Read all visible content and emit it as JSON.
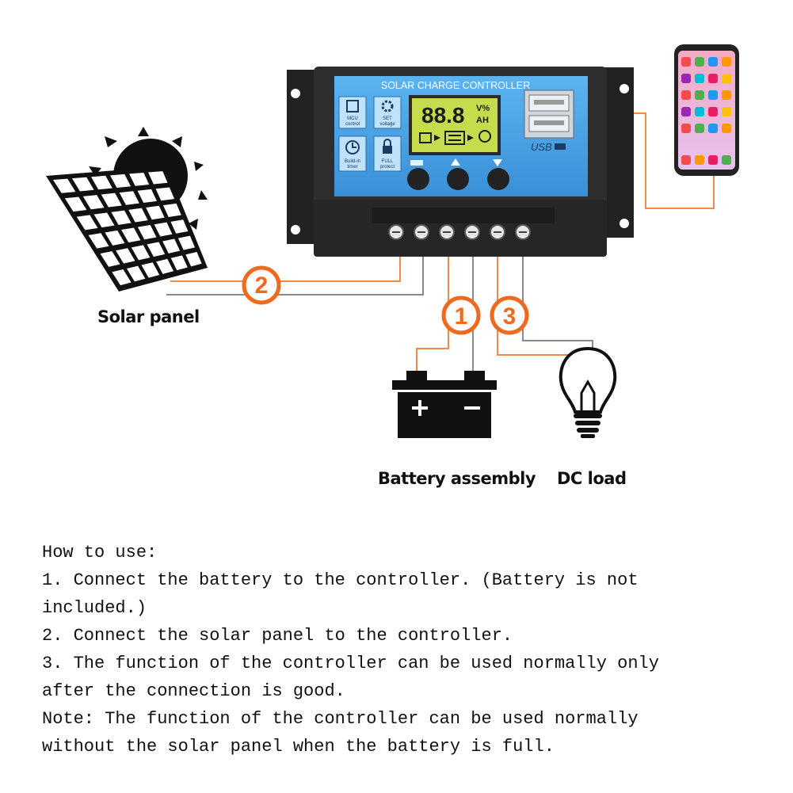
{
  "controller": {
    "title": "SOLAR CHARGE CONTROLLER",
    "lcd_digits": "88.8",
    "lcd_unit_top": "V%",
    "lcd_unit_bottom": "AH",
    "usb_label": "USB",
    "icons": [
      {
        "icon": "mcu-chip-icon",
        "label_1": "MCU",
        "label_2": "control"
      },
      {
        "icon": "gear-icon",
        "label_1": "SET",
        "label_2": "voltage"
      },
      {
        "icon": "clock-icon",
        "label_1": "Build-in",
        "label_2": "timer"
      },
      {
        "icon": "lock-icon",
        "label_1": "FULL",
        "label_2": "protect"
      }
    ],
    "buttons": [
      "menu-button",
      "up-button",
      "down-button"
    ]
  },
  "steps": {
    "battery": "1",
    "solar": "2",
    "load": "3"
  },
  "labels": {
    "solar_panel": "Solar panel",
    "battery": "Battery assembly",
    "dc_load": "DC load"
  },
  "instructions": {
    "heading": "How to use:",
    "lines": [
      "1. Connect the battery to the controller. (Battery is not",
      "included.)",
      "2. Connect the solar panel to the controller.",
      "3. The function of the controller can be used normally only",
      "after the connection is good.",
      "Note: The function of the controller can be used normally",
      "without the solar panel when the battery is full."
    ]
  },
  "colors": {
    "wire_orange": "#f08a4b",
    "wire_gray": "#8a8a8a",
    "badge_orange": "#ef6a1f",
    "panel_blue": "#4aa3e6",
    "lcd_green": "#c6dc4c",
    "body_dark": "#2a2a2a"
  }
}
